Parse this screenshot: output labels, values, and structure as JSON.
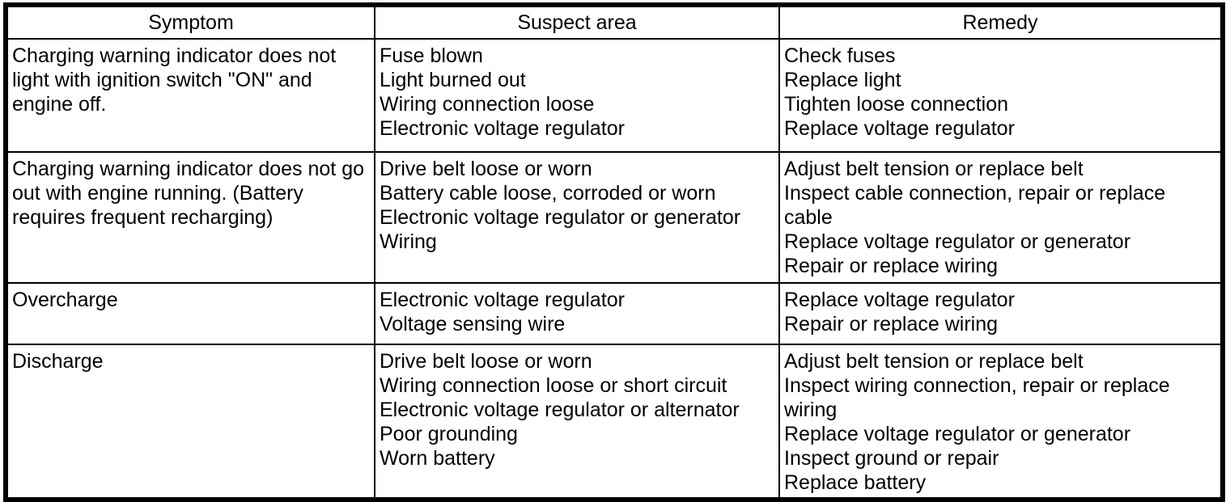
{
  "table": {
    "title": "charging-system-troubleshooting",
    "colors": {
      "border": "#000000",
      "text": "#000000",
      "background": "#ffffff"
    },
    "header": {
      "symptom": "Symptom",
      "suspect_area": "Suspect area",
      "remedy": "Remedy"
    },
    "rows": [
      {
        "symptom": [
          "Charging warning indicator does not",
          "light with ignition switch \"ON\" and",
          "engine off."
        ],
        "suspect_area": [
          "Fuse blown",
          "Light burned out",
          "Wiring connection loose",
          "Electronic voltage regulator"
        ],
        "remedy": [
          "Check fuses",
          "Replace light",
          "Tighten loose connection",
          "Replace voltage regulator"
        ]
      },
      {
        "symptom": [
          "Charging warning indicator does not go",
          "out with engine running. (Battery",
          "requires frequent recharging)"
        ],
        "suspect_area": [
          "Drive belt loose or worn",
          "Battery cable loose, corroded or worn",
          "Electronic voltage regulator or generator",
          "Wiring"
        ],
        "remedy": [
          "Adjust belt tension or replace belt",
          "Inspect cable connection, repair or replace",
          "cable",
          "Replace voltage regulator or generator",
          "Repair or replace wiring"
        ]
      },
      {
        "symptom": [
          "Overcharge"
        ],
        "suspect_area": [
          "Electronic voltage regulator",
          "Voltage sensing wire"
        ],
        "remedy": [
          "Replace voltage regulator",
          "Repair or replace wiring"
        ]
      },
      {
        "symptom": [
          "Discharge"
        ],
        "suspect_area": [
          "Drive belt loose or worn",
          "Wiring connection loose or short circuit",
          "Electronic voltage regulator or alternator",
          "Poor grounding",
          "Worn battery"
        ],
        "remedy": [
          "Adjust belt tension or replace belt",
          "Inspect wiring connection, repair or replace",
          "wiring",
          "Replace voltage regulator or generator",
          "Inspect ground or repair",
          "Replace battery"
        ]
      }
    ]
  }
}
